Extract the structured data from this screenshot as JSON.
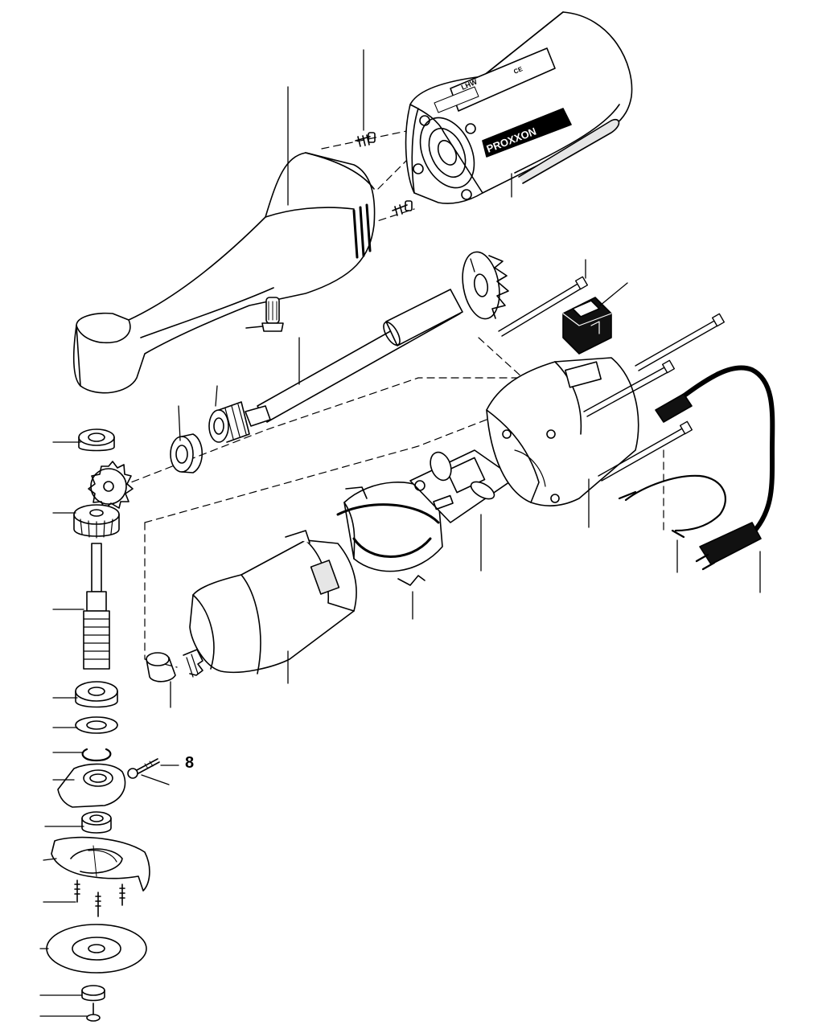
{
  "diagram": {
    "callout_label": "8",
    "housing_brand": "PROXXON",
    "housing_model": "LHW",
    "rating_plate_symbols": "CE",
    "colors": {
      "ink": "#000000",
      "paper": "#ffffff",
      "grey_fill": "#e6e6e6"
    },
    "icons": [
      "power-cord-icon",
      "switch-icon",
      "gear-icon",
      "motor-icon",
      "disc-icon"
    ]
  }
}
